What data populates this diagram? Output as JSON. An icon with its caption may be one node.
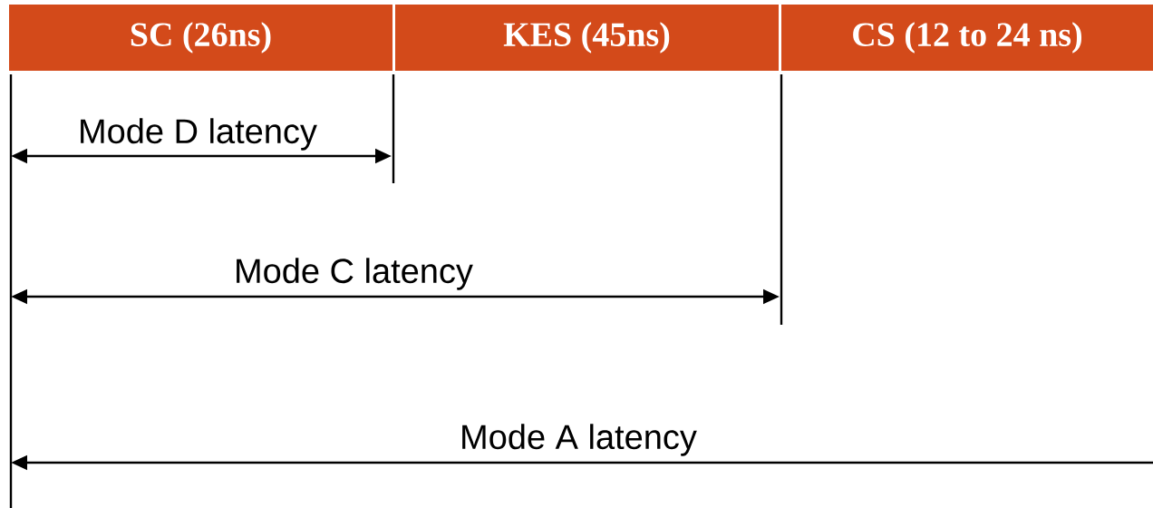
{
  "diagram": {
    "nodes": [
      {
        "text": [
          "SC (26ns)"
        ]
      },
      {
        "text": [
          "KES (45ns)"
        ]
      },
      {
        "text": [
          "CS (12 to 24 ns)"
        ]
      }
    ],
    "labels": [
      "Mode D latency",
      "Mode C latency",
      "Mode A latency"
    ]
  }
}
